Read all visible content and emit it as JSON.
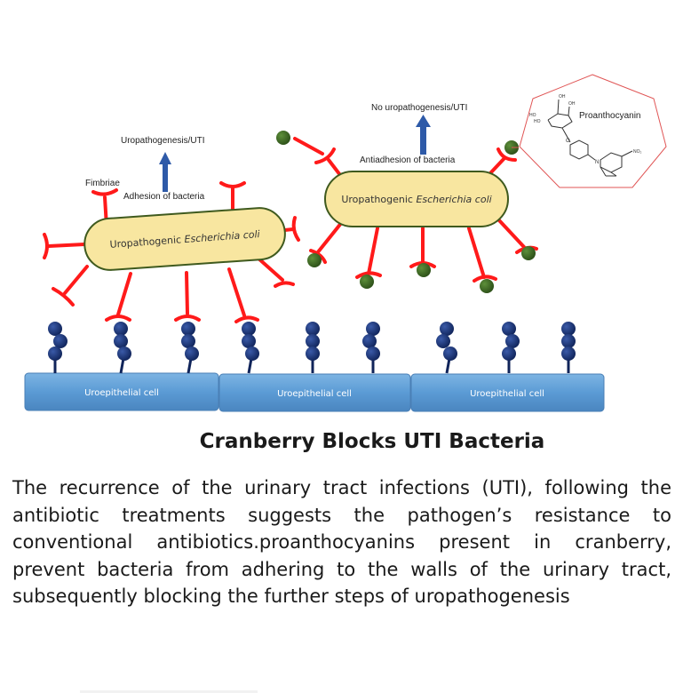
{
  "diagram": {
    "left_panel": {
      "outcome_label": "Uropathogenesis/UTI",
      "process_label": "Adhesion of bacteria",
      "fimbriae_label": "Fimbriae",
      "bacterium_label_plain": "Uropathogenic ",
      "bacterium_label_italic": "Escherichia coli"
    },
    "right_panel": {
      "outcome_label": "No uropathogenesis/UTI",
      "process_label": "Antiadhesion of bacteria",
      "bacterium_label_plain": "Uropathogenic ",
      "bacterium_label_italic": "Escherichia coli"
    },
    "molecule": {
      "name": "Proanthocyanin",
      "atoms": {
        "oh1": "OH",
        "oh2": "OH",
        "ho1": "HO",
        "ho2": "HO",
        "o": "O",
        "n": "N",
        "no2": "NO₂"
      }
    },
    "cells": [
      {
        "label": "Uroepithelial cell"
      },
      {
        "label": "Uroepithelial cell"
      },
      {
        "label": "Uroepithelial cell"
      }
    ],
    "colors": {
      "fimbriae": "#ff1a1a",
      "bacterium_fill": "#f8e6a0",
      "bacterium_stroke": "#3f5a1e",
      "receptor": "#1a2f6b",
      "proanthocyanin_ball": "#3e6b24",
      "arrow": "#2e5aa8",
      "cell": "#5b9bd5",
      "molecule_outline": "#e05555"
    }
  },
  "article": {
    "title": "Cranberry Blocks UTI Bacteria",
    "body": "The recurrence of the urinary tract infections (UTI), following the antibiotic treatments suggests the pathogen’s resistance to conventional antibiotics.proanthocyanins present in cranberry, prevent bacteria from adhering to the walls of the urinary tract, subsequently blocking the further steps of uropathogenesis"
  }
}
